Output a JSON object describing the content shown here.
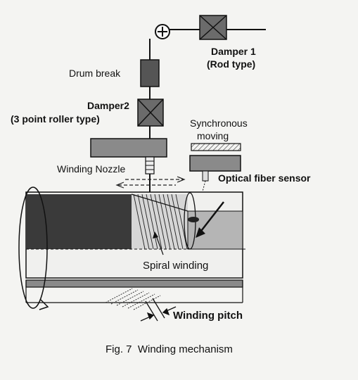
{
  "diagram": {
    "labels": {
      "damper1": "Damper 1",
      "damper1_type": "(Rod type)",
      "drum_break": "Drum break",
      "damper2": "Damper2",
      "damper2_type": "(3 point roller type)",
      "sync_moving_1": "Synchronous",
      "sync_moving_2": "moving",
      "winding_nozzle": "Winding Nozzle",
      "optical_sensor": "Optical fiber sensor",
      "spiral_winding": "Spiral winding",
      "winding_pitch": "Winding pitch"
    },
    "caption": "Fig. 7  Winding mechanism"
  }
}
